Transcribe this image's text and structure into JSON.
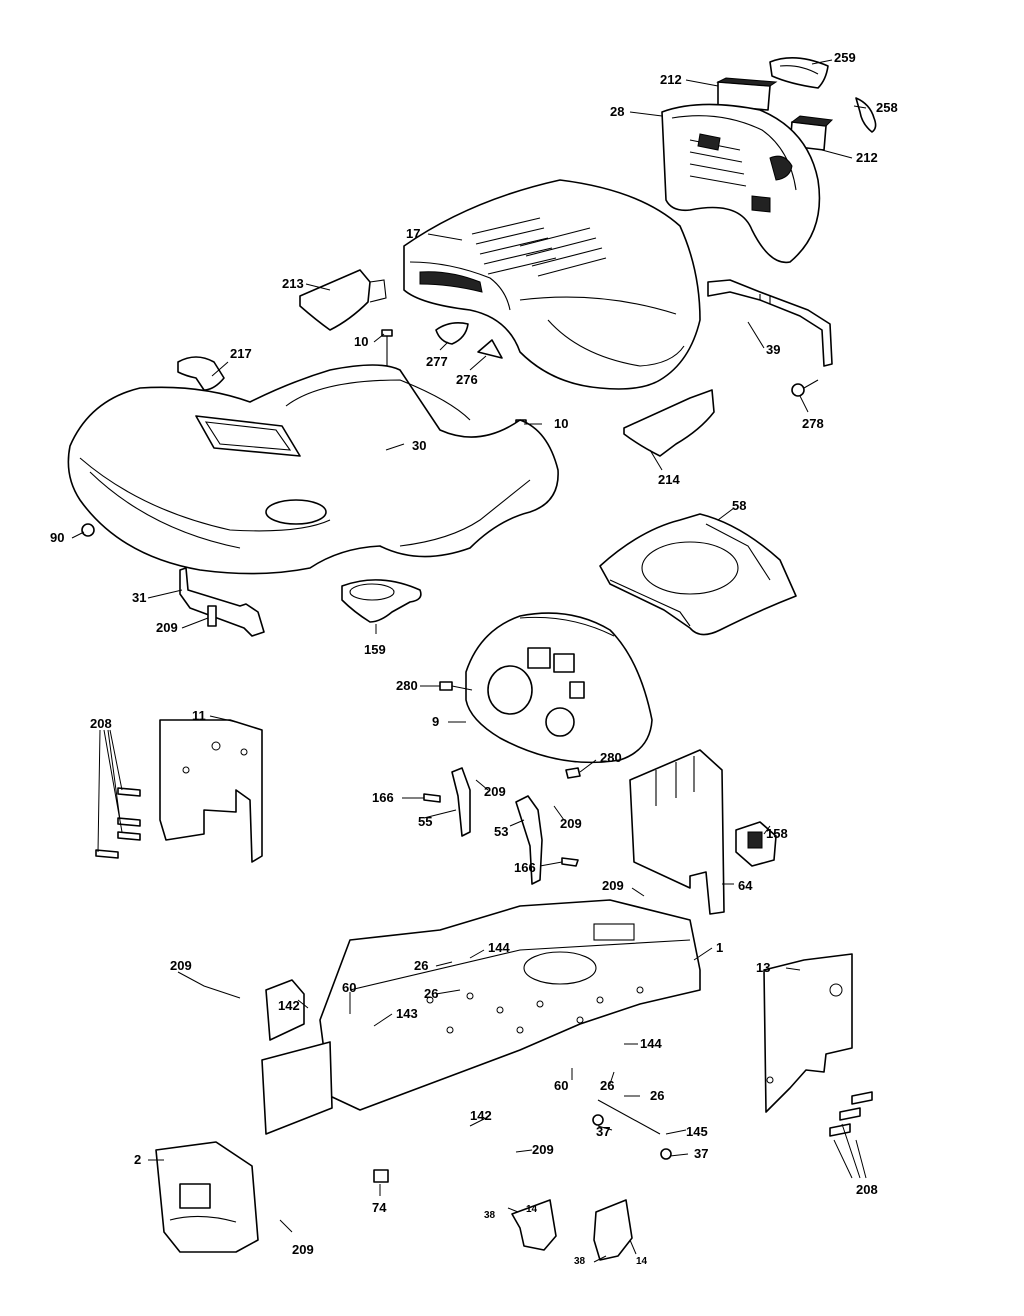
{
  "diagram": {
    "part_labels": [
      "259",
      "212",
      "258",
      "28",
      "212",
      "17",
      "213",
      "39",
      "10",
      "277",
      "276",
      "217",
      "278",
      "10",
      "30",
      "214",
      "90",
      "58",
      "31",
      "209",
      "159",
      "280",
      "9",
      "280",
      "208",
      "11",
      "209",
      "166",
      "55",
      "53",
      "209",
      "166",
      "158",
      "209",
      "64",
      "1",
      "144",
      "209",
      "26",
      "26",
      "60",
      "143",
      "142",
      "13",
      "144",
      "60",
      "26",
      "26",
      "142",
      "37",
      "145",
      "209",
      "37",
      "2",
      "74",
      "14",
      "38",
      "38",
      "14",
      "209",
      "208"
    ]
  }
}
